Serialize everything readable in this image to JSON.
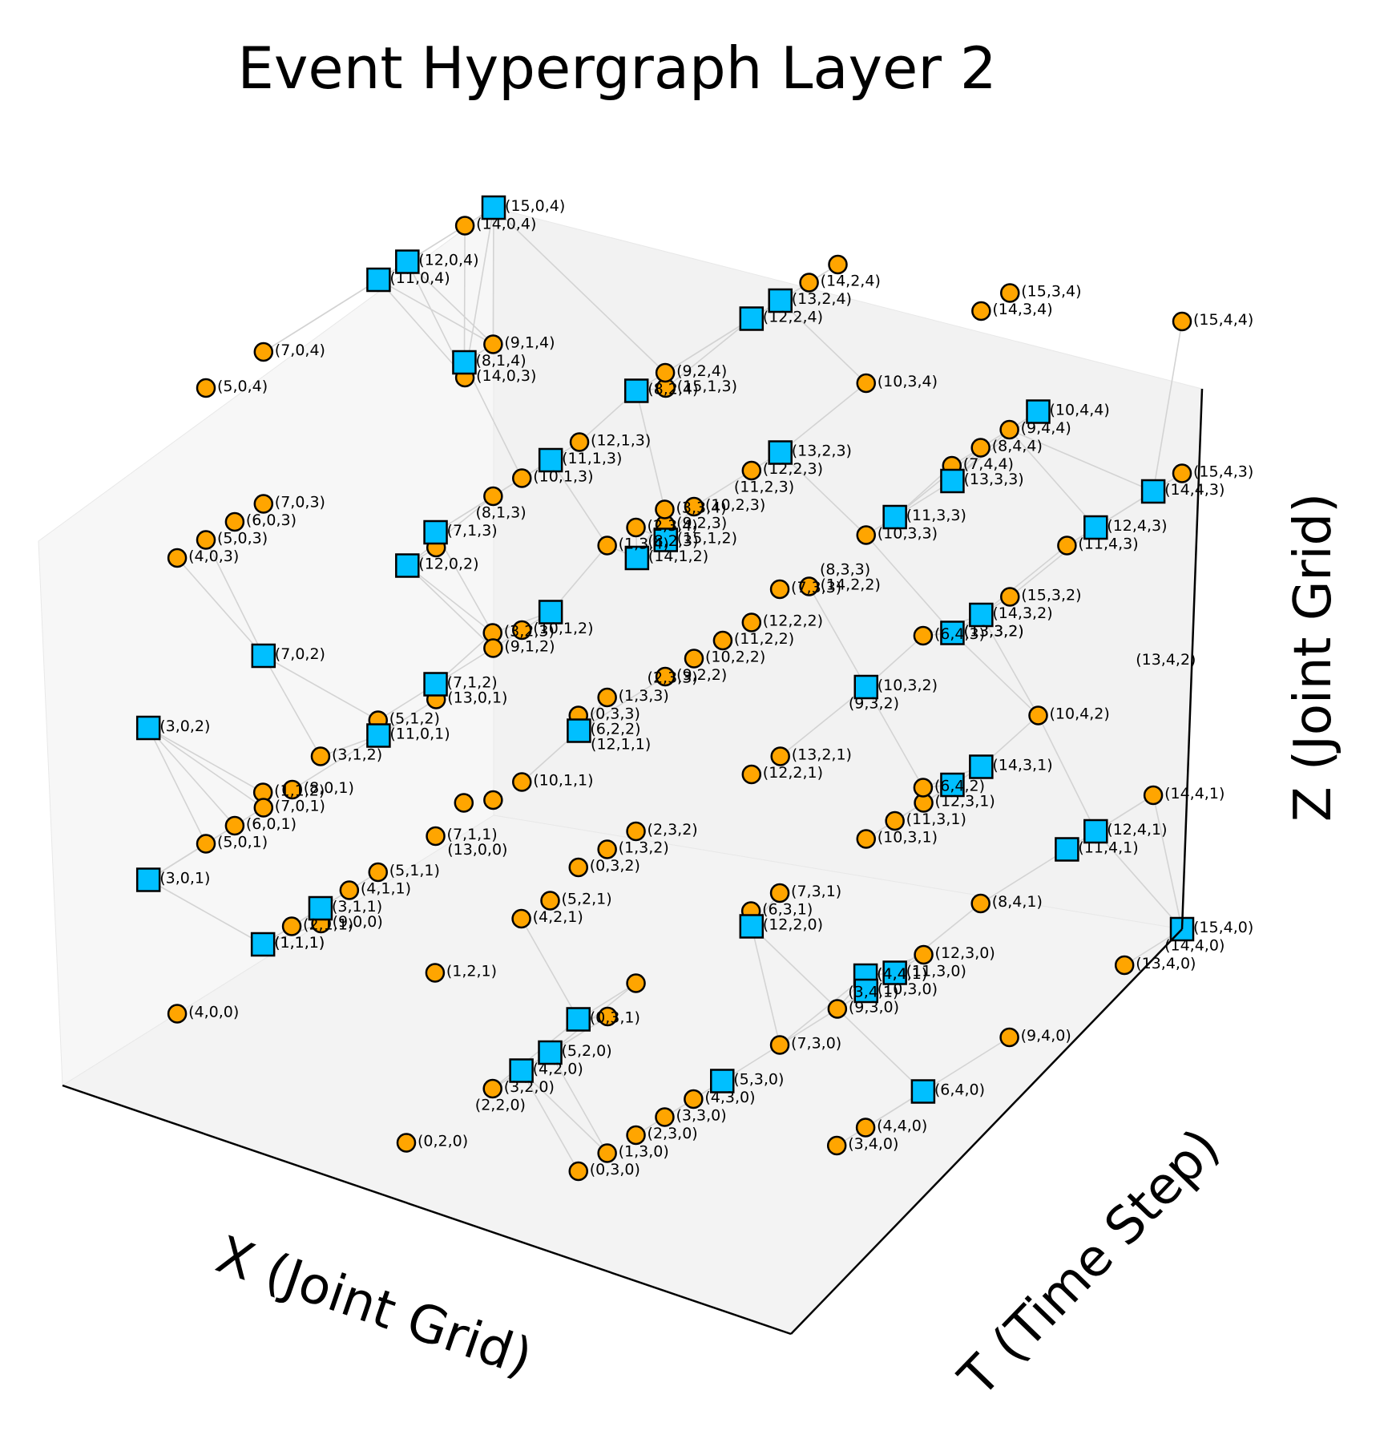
{
  "chart_data": {
    "type": "scatter",
    "title": "Event Hypergraph Layer 2",
    "xlabel": "X (Joint Grid)",
    "ylabel": "T (Time Step)",
    "zlabel": "Z (Joint Grid)",
    "xlim": [
      0,
      15
    ],
    "ylim": [
      0,
      4
    ],
    "zlim": [
      0,
      4
    ],
    "grid": false,
    "colors": {
      "event_node": "#ffa500",
      "hyperedge_node": "#00bfff",
      "edge": "#d3d3d3",
      "pane": "#f2f2f2",
      "outline": "#000000"
    },
    "series": [
      {
        "marker": "circle",
        "points": [
          [
            0,
            3,
            0
          ],
          [
            1,
            3,
            0
          ],
          [
            2,
            3,
            0
          ],
          [
            3,
            3,
            0
          ],
          [
            4,
            3,
            0
          ],
          [
            3,
            4,
            0
          ],
          [
            4,
            4,
            0
          ],
          [
            0,
            2,
            0
          ],
          [
            9,
            4,
            0
          ],
          [
            13,
            4,
            0
          ],
          [
            15,
            4,
            0
          ],
          [
            7,
            3,
            0
          ],
          [
            8,
            4,
            1
          ],
          [
            4,
            4,
            1
          ],
          [
            1,
            2,
            1
          ],
          [
            6,
            3,
            1
          ],
          [
            7,
            3,
            1
          ],
          [
            12,
            3,
            0
          ],
          [
            9,
            3,
            0
          ],
          [
            2,
            3,
            2
          ],
          [
            1,
            3,
            2
          ],
          [
            3,
            2,
            0
          ],
          [
            0,
            3,
            2
          ],
          [
            7,
            2,
            0
          ],
          [
            4,
            2,
            1
          ],
          [
            5,
            2,
            1
          ],
          [
            2,
            3,
            1
          ],
          [
            0,
            3,
            3
          ],
          [
            1,
            3,
            3
          ],
          [
            4,
            0,
            0
          ],
          [
            1,
            1,
            1
          ],
          [
            2,
            1,
            1
          ],
          [
            4,
            1,
            1
          ],
          [
            5,
            1,
            1
          ],
          [
            9,
            0,
            0
          ],
          [
            1,
            1,
            2
          ],
          [
            5,
            0,
            1
          ],
          [
            6,
            0,
            1
          ],
          [
            7,
            0,
            1
          ],
          [
            8,
            0,
            1
          ],
          [
            3,
            1,
            2
          ],
          [
            9,
            2,
            3
          ],
          [
            13,
            0,
            2
          ],
          [
            7,
            1,
            1
          ],
          [
            10,
            1,
            1
          ],
          [
            3,
            2,
            3
          ],
          [
            2,
            2,
            2
          ],
          [
            5,
            1,
            2
          ],
          [
            1,
            3,
            4
          ],
          [
            9,
            1,
            1
          ],
          [
            10,
            2,
            2
          ],
          [
            11,
            2,
            2
          ],
          [
            12,
            2,
            2
          ],
          [
            7,
            3,
            3
          ],
          [
            13,
            2,
            1
          ],
          [
            12,
            2,
            1
          ],
          [
            10,
            3,
            1
          ],
          [
            11,
            3,
            1
          ],
          [
            12,
            3,
            1
          ],
          [
            6,
            4,
            2
          ],
          [
            11,
            4,
            1
          ],
          [
            12,
            4,
            1
          ],
          [
            14,
            4,
            1
          ],
          [
            10,
            4,
            2
          ],
          [
            6,
            4,
            3
          ],
          [
            15,
            3,
            2
          ],
          [
            11,
            4,
            3
          ],
          [
            7,
            4,
            4
          ],
          [
            8,
            4,
            4
          ],
          [
            9,
            4,
            4
          ],
          [
            13,
            3,
            3
          ],
          [
            15,
            4,
            3
          ],
          [
            10,
            3,
            3
          ],
          [
            14,
            2,
            2
          ],
          [
            15,
            2,
            4
          ],
          [
            12,
            1,
            3
          ],
          [
            10,
            1,
            2
          ],
          [
            13,
            0,
            1
          ],
          [
            9,
            1,
            3
          ],
          [
            2,
            3,
            4
          ],
          [
            3,
            3,
            4
          ],
          [
            4,
            0,
            3
          ],
          [
            5,
            0,
            3
          ],
          [
            6,
            0,
            3
          ],
          [
            7,
            0,
            3
          ],
          [
            5,
            0,
            4
          ],
          [
            7,
            0,
            4
          ],
          [
            14,
            0,
            3
          ],
          [
            9,
            1,
            4
          ],
          [
            15,
            1,
            3
          ],
          [
            10,
            1,
            3
          ],
          [
            9,
            1,
            2
          ],
          [
            9,
            2,
            4
          ],
          [
            12,
            2,
            3
          ],
          [
            10,
            2,
            3
          ],
          [
            10,
            3,
            4
          ],
          [
            14,
            2,
            4
          ],
          [
            15,
            3,
            4
          ],
          [
            14,
            3,
            4
          ],
          [
            15,
            4,
            4
          ],
          [
            14,
            0,
            4
          ],
          [
            9,
            2,
            2
          ]
        ]
      },
      {
        "marker": "square",
        "points": [
          [
            15,
            0,
            4
          ],
          [
            12,
            0,
            4
          ],
          [
            11,
            0,
            4
          ],
          [
            8,
            1,
            4
          ],
          [
            11,
            1,
            3
          ],
          [
            13,
            2,
            4
          ],
          [
            12,
            2,
            4
          ],
          [
            15,
            1,
            2
          ],
          [
            12,
            0,
            2
          ],
          [
            7,
            1,
            3
          ],
          [
            11,
            1,
            2
          ],
          [
            7,
            0,
            2
          ],
          [
            8,
            2,
            4
          ],
          [
            11,
            0,
            1
          ],
          [
            7,
            1,
            2
          ],
          [
            3,
            0,
            2
          ],
          [
            3,
            0,
            1
          ],
          [
            3,
            1,
            1
          ],
          [
            1,
            1,
            1
          ],
          [
            6,
            2,
            2
          ],
          [
            14,
            1,
            2
          ],
          [
            15,
            4,
            0
          ],
          [
            5,
            2,
            0
          ],
          [
            4,
            2,
            0
          ],
          [
            0,
            3,
            1
          ],
          [
            5,
            3,
            0
          ],
          [
            4,
            4,
            1
          ],
          [
            6,
            4,
            0
          ],
          [
            11,
            3,
            0
          ],
          [
            10,
            3,
            0
          ],
          [
            12,
            2,
            0
          ],
          [
            14,
            3,
            2
          ],
          [
            13,
            3,
            2
          ],
          [
            14,
            3,
            1
          ],
          [
            13,
            3,
            1
          ],
          [
            10,
            3,
            2
          ],
          [
            12,
            4,
            3
          ],
          [
            14,
            4,
            3
          ],
          [
            12,
            4,
            1
          ],
          [
            10,
            4,
            4
          ],
          [
            13,
            3,
            3
          ],
          [
            11,
            4,
            1
          ],
          [
            13,
            2,
            3
          ],
          [
            11,
            3,
            3
          ]
        ]
      }
    ],
    "labels": [
      "(15,0,4)",
      "(14,0,4)",
      "(12,0,4)",
      "(11,0,4)",
      "(14,2,4)",
      "(15,3,4)",
      "(14,3,4)",
      "(15,4,4)",
      "(7,0,4)",
      "(14,0,3)",
      "(9,1,4)",
      "(5,0,4)",
      "(8,1,4)",
      "(9,2,4)",
      "(8,2,4)",
      "(10,3,4)",
      "(15,1,3)",
      "(11,1,3)",
      "(10,1,3)",
      "(12,2,3)",
      "(7,0,3)",
      "(9,1,2)",
      "(13,2,4)",
      "(15,1,2)",
      "(6,0,3)",
      "(12,0,2)",
      "(12,2,4)",
      "(10,2,3)",
      "(13,3,3)",
      "(9,4,4)",
      "(15,4,3)",
      "(5,0,3)",
      "(7,1,3)",
      "(8,4,4)",
      "(14,4,3)",
      "(4,0,3)",
      "(8,1,3)",
      "(12,1,3)",
      "(8,2,3)",
      "(14,2,2)",
      "(10,3,3)",
      "(7,4,4)",
      "(12,4,3)",
      "(13,0,1)",
      "(10,1,2)",
      "(11,2,3)",
      "(3,3,4)",
      "(13,2,3)",
      "(12,2,2)",
      "(11,3,3)",
      "(10,4,4)",
      "(15,3,2)",
      "(11,4,3)",
      "(7,0,2)",
      "(2,3,4)",
      "(11,2,2)",
      "(13,3,2)",
      "(14,1,2)",
      "(10,2,2)",
      "(7,3,3)",
      "(13,4,2)",
      "(11,0,1)",
      "(7,1,2)",
      "(1,3,4)",
      "(3,2,3)",
      "(12,1,1)",
      "(5,1,2)",
      "(3,0,2)",
      "(13,2,1)",
      "(10,3,2)",
      "(8,0,1)",
      "(10,1,1)",
      "(9,2,2)",
      "(12,2,1)",
      "(9,3,2)",
      "(6,4,3)",
      "(7,0,1)",
      "(13,0,0)",
      "(8,3,3)",
      "(10,4,2)",
      "(6,0,1)",
      "(3,1,2)",
      "(9,2,3)",
      "(6,2,2)",
      "(2,3,3)",
      "(13,3,2)",
      "(12,3,1)",
      "(5,0,1)",
      "(7,1,1)",
      "(1,3,3)",
      "(14,3,2)",
      "(0,3,3)",
      "(11,3,1)",
      "(14,4,1)",
      "(1,1,2)",
      "(9,0,0)",
      "(3,0,1)",
      "(5,1,1)",
      "(10,3,1)",
      "(14,3,1)",
      "(6,4,2)",
      "(12,4,1)",
      "(11,4,1)",
      "(4,1,1)",
      "(12,2,0)",
      "(3,1,1)",
      "(15,4,0)",
      "(5,2,1)",
      "(2,3,2)",
      "(7,3,1)",
      "(12,3,0)",
      "(14,4,0)",
      "(2,1,1)",
      "(4,2,1)",
      "(1,3,2)",
      "(6,3,1)",
      "(11,3,0)",
      "(8,4,1)",
      "(13,4,0)",
      "(4,0,0)",
      "(1,1,1)",
      "(0,3,2)",
      "(3,2,0)",
      "(10,3,0)",
      "(1,1,1)",
      "(9,3,0)",
      "(2,2,0)",
      "(1,2,1)",
      "(5,2,0)",
      "(7,3,0)",
      "(4,4,1)",
      "(3,4,1)",
      "(9,4,0)",
      "(4,2,0)",
      "(0,3,1)",
      "(5,3,0)",
      "(4,3,0)",
      "(4,4,1)",
      "(6,4,0)",
      "(3,3,0)",
      "(2,3,0)",
      "(0,2,0)",
      "(4,4,0)",
      "(1,3,0)",
      "(3,4,0)",
      "(0,3,0)"
    ]
  }
}
